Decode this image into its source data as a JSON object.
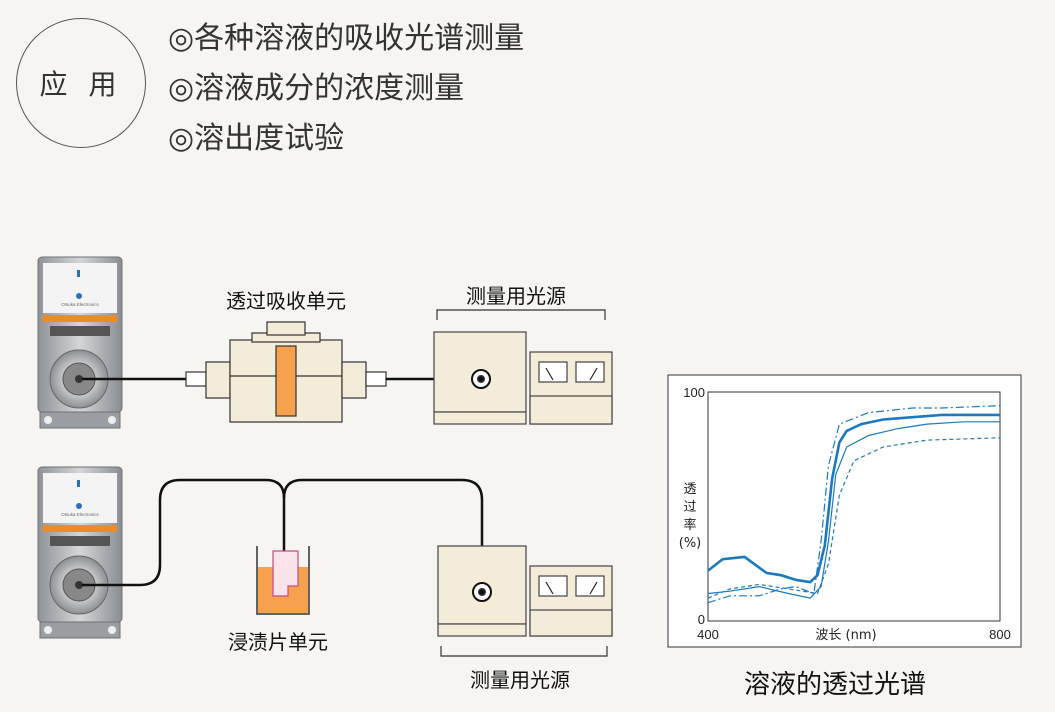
{
  "application": {
    "heading": "应 用",
    "items": [
      "◎各种溶液的吸收光谱测量",
      "◎溶液成分的浓度测量",
      "◎溶出度试验"
    ]
  },
  "diagram": {
    "top_cell_label": "透过吸收单元",
    "top_light_source_label": "测量用光源",
    "bottom_cell_label": "浸渍片单元",
    "bottom_light_source_label": "测量用光源",
    "device_brand": "Otsuka Electronics"
  },
  "chart_data": {
    "type": "line",
    "title": "溶液的透过光谱",
    "xlabel": "波长 (nm)",
    "ylabel": "透\n过\n率\n(%)",
    "xlim": [
      400,
      800
    ],
    "ylim": [
      0,
      100
    ],
    "x_ticks": [
      "400",
      "800"
    ],
    "y_ticks": [
      "0",
      "100"
    ],
    "series": [
      {
        "style": "solid-thick",
        "x": [
          400,
          420,
          450,
          480,
          500,
          520,
          540,
          550,
          560,
          570,
          580,
          590,
          610,
          640,
          680,
          720,
          760,
          800
        ],
        "y": [
          22,
          27,
          28,
          21,
          20,
          18,
          17,
          20,
          33,
          62,
          78,
          83,
          86,
          88,
          89,
          90,
          90,
          90
        ]
      },
      {
        "style": "solid-thin",
        "x": [
          400,
          430,
          470,
          510,
          540,
          555,
          565,
          575,
          590,
          620,
          660,
          700,
          750,
          800
        ],
        "y": [
          12,
          13,
          15,
          12,
          10,
          15,
          35,
          64,
          76,
          81,
          84,
          86,
          87,
          87
        ]
      },
      {
        "style": "dashed",
        "x": [
          400,
          430,
          470,
          510,
          550,
          565,
          580,
          600,
          640,
          700,
          800
        ],
        "y": [
          10,
          14,
          16,
          14,
          12,
          25,
          55,
          70,
          76,
          79,
          80
        ]
      },
      {
        "style": "dashdot",
        "x": [
          400,
          430,
          470,
          500,
          520,
          545,
          555,
          565,
          580,
          620,
          680,
          720,
          800
        ],
        "y": [
          8,
          11,
          11,
          14,
          15,
          12,
          35,
          68,
          86,
          91,
          93,
          93,
          94
        ]
      }
    ]
  }
}
